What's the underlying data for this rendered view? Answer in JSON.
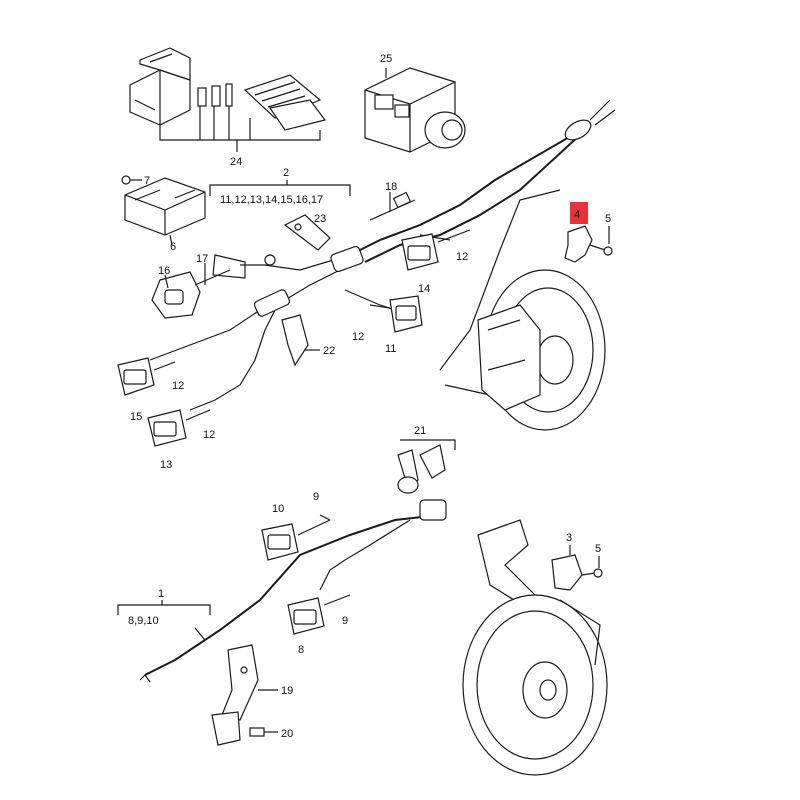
{
  "diagram": {
    "callouts": {
      "c1": "1",
      "c1_sub": "8,9,10",
      "c2": "2",
      "c2_sub": "11,12,13,14,15,16,17",
      "c3": "3",
      "c4": "4",
      "c5a": "5",
      "c5b": "5",
      "c6": "6",
      "c7": "7",
      "c8": "8",
      "c9a": "9",
      "c9b": "9",
      "c10": "10",
      "c11": "11",
      "c12a": "12",
      "c12b": "12",
      "c12c": "12",
      "c12d": "12",
      "c13": "13",
      "c14": "14",
      "c15": "15",
      "c16": "16",
      "c17": "17",
      "c18": "18",
      "c19": "19",
      "c20": "20",
      "c21": "21",
      "c22": "22",
      "c23": "23",
      "c24": "24",
      "c25": "25"
    },
    "highlight_color": "#e8323a"
  }
}
